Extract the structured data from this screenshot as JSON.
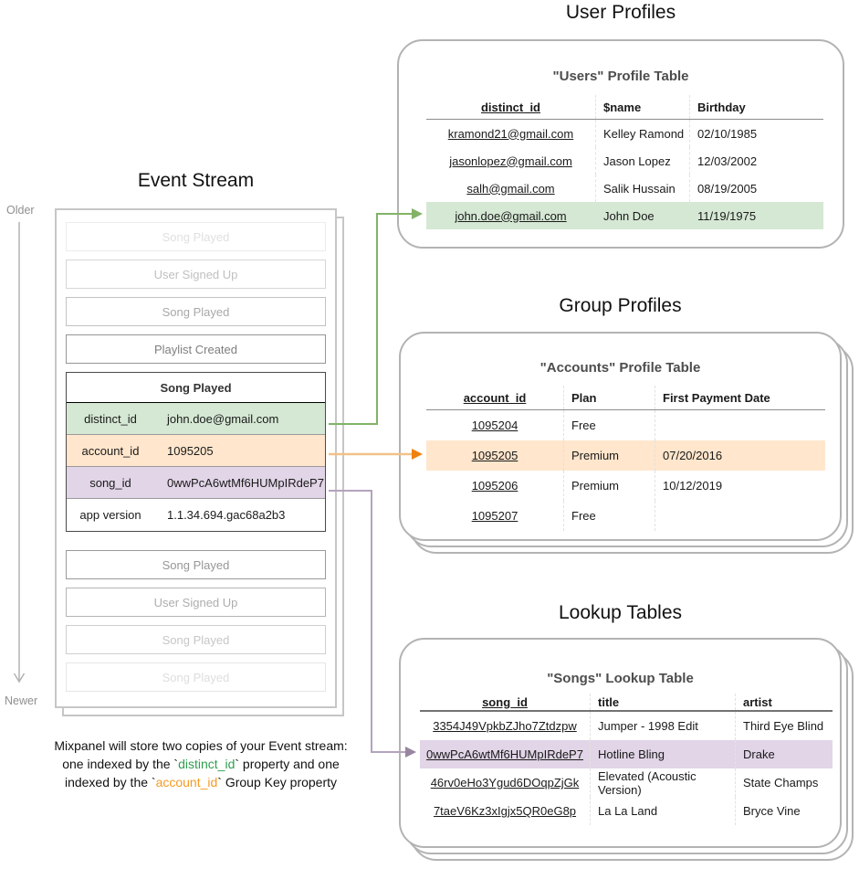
{
  "event_stream": {
    "title": "Event Stream",
    "older_label": "Older",
    "newer_label": "Newer",
    "events_before": [
      "Song Played",
      "User Signed Up",
      "Song Played",
      "Playlist Created"
    ],
    "expanded_event": {
      "title": "Song Played",
      "properties": [
        {
          "key": "distinct_id",
          "value": "john.doe@gmail.com"
        },
        {
          "key": "account_id",
          "value": "1095205"
        },
        {
          "key": "song_id",
          "value": "0wwPcA6wtMf6HUMpIRdeP7"
        },
        {
          "key": "app version",
          "value": "1.1.34.694.gac68a2b3"
        }
      ]
    },
    "events_after": [
      "Song Played",
      "User Signed Up",
      "Song Played",
      "Song Played"
    ],
    "caption": {
      "line1": "Mixpanel will store two copies of your Event stream:",
      "line2_pre": "one indexed by the `",
      "line2_code": "distinct_id",
      "line2_post": "` property and one",
      "line3_pre": "indexed by the `",
      "line3_code": "account_id",
      "line3_post": "` Group Key property"
    }
  },
  "sections": {
    "user_profiles": {
      "title": "User Profiles",
      "table_title": "\"Users\" Profile Table",
      "columns": [
        "distinct_id",
        "$name",
        "Birthday"
      ],
      "rows": [
        [
          "kramond21@gmail.com",
          "Kelley Ramond",
          "02/10/1985"
        ],
        [
          "jasonlopez@gmail.com",
          "Jason Lopez",
          "12/03/2002"
        ],
        [
          "salh@gmail.com",
          "Salik Hussain",
          "08/19/2005"
        ],
        [
          "john.doe@gmail.com",
          "John Doe",
          "11/19/1975"
        ]
      ],
      "highlighted_row_index": 3
    },
    "group_profiles": {
      "title": "Group Profiles",
      "table_title": "\"Accounts\" Profile Table",
      "columns": [
        "account_id",
        "Plan",
        "First Payment Date"
      ],
      "rows": [
        [
          "1095204",
          "Free",
          ""
        ],
        [
          "1095205",
          "Premium",
          "07/20/2016"
        ],
        [
          "1095206",
          "Premium",
          "10/12/2019"
        ],
        [
          "1095207",
          "Free",
          ""
        ]
      ],
      "highlighted_row_index": 1
    },
    "lookup_tables": {
      "title": "Lookup Tables",
      "table_title": "\"Songs\" Lookup Table",
      "columns": [
        "song_id",
        "title",
        "artist"
      ],
      "rows": [
        [
          "3354J49VpkbZJho7Ztdzpw",
          "Jumper - 1998 Edit",
          "Third Eye Blind"
        ],
        [
          "0wwPcA6wtMf6HUMpIRdeP7",
          "Hotline Bling",
          "Drake"
        ],
        [
          "46rv0eHo3Ygud6DOqpZjGk",
          "Elevated (Acoustic Version)",
          "State Champs"
        ],
        [
          "7taeV6Kz3xIgjx5QR0eG8p",
          "La La Land",
          "Bryce Vine"
        ]
      ],
      "highlighted_row_index": 1
    }
  },
  "colors": {
    "green_row": "#d5e8d4",
    "orange_row": "#ffe6cc",
    "purple_row": "#e1d5e7",
    "green_arrow": "#82b366",
    "orange_arrow_line": "#f2c189",
    "orange_arrow_head": "#f0810f",
    "purple_arrow_line": "#b4a3bd",
    "purple_arrow_head": "#98859f",
    "timeline_gray": "#b3b3b3",
    "caption_green": "#2f9e4f",
    "caption_orange": "#f59a23"
  }
}
